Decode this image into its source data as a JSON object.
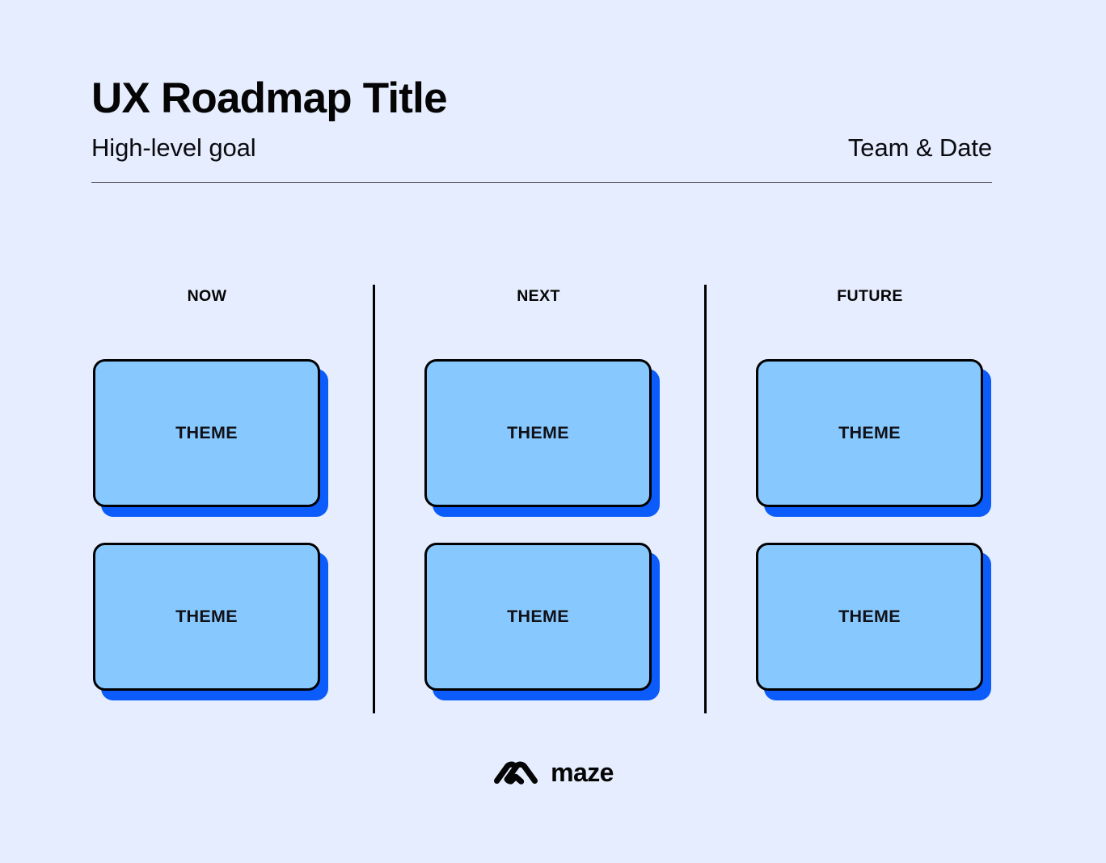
{
  "theme": {
    "background": "#e6edfe",
    "card_fill": "#87c9ff",
    "card_shadow": "#0b5cfb",
    "card_border": "#000000",
    "text": "#050505",
    "rule": "#51515c"
  },
  "header": {
    "title": "UX Roadmap Title",
    "subtitle_left": "High-level goal",
    "subtitle_right": "Team & Date"
  },
  "board": {
    "columns": [
      {
        "header": "NOW",
        "cards": [
          {
            "label": "THEME"
          },
          {
            "label": "THEME"
          }
        ]
      },
      {
        "header": "NEXT",
        "cards": [
          {
            "label": "THEME"
          },
          {
            "label": "THEME"
          }
        ]
      },
      {
        "header": "FUTURE",
        "cards": [
          {
            "label": "THEME"
          },
          {
            "label": "THEME"
          }
        ]
      }
    ]
  },
  "footer": {
    "logo_mark": "maze-chevron-icon",
    "logo_text": "maze"
  }
}
